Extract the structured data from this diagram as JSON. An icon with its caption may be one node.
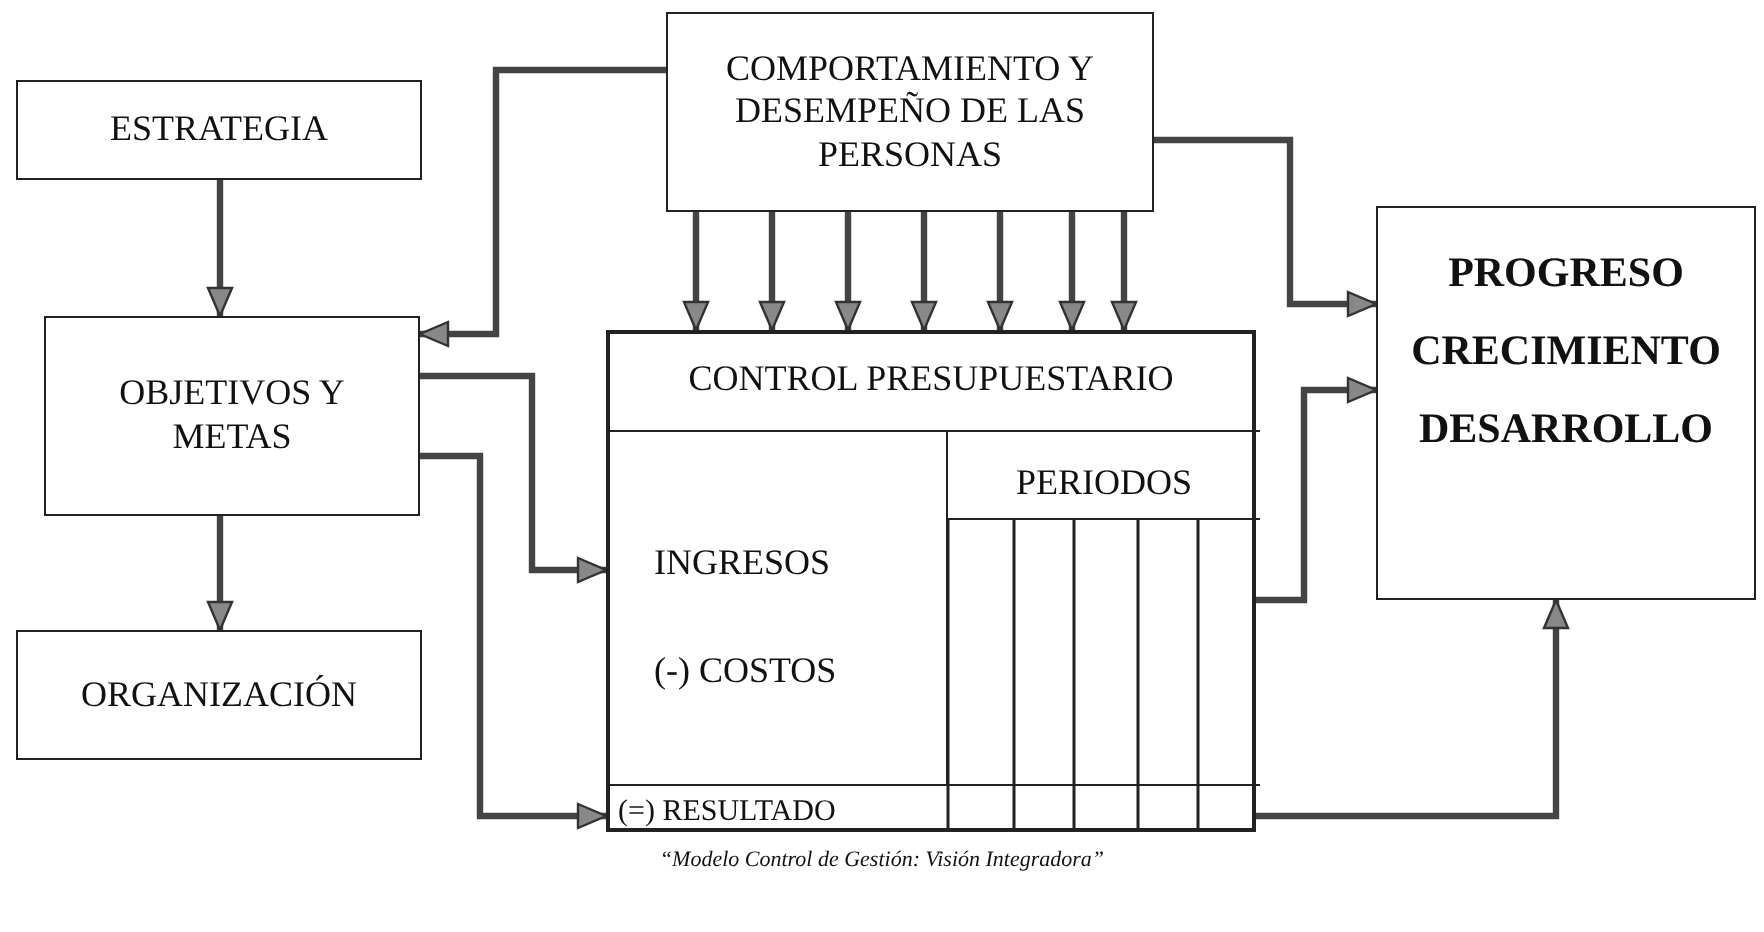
{
  "diagram": {
    "caption": "“Modelo Control de Gestión: Visión Integradora”",
    "nodes": [
      {
        "text": [
          "ESTRATEGIA"
        ]
      },
      {
        "text": [
          "OBJETIVOS Y METAS"
        ]
      },
      {
        "text": [
          "ORGANIZACIÓN"
        ]
      },
      {
        "text": [
          "COMPORTAMIENTO Y DESEMPEÑO DE LAS PERSONAS"
        ]
      },
      {
        "text": [
          "CONTROL PRESUPUESTARIO"
        ]
      },
      {
        "text": [
          "INGRESOS",
          "(-) COSTOS"
        ],
        "in": 4
      },
      {
        "text": [
          "PERIODOS"
        ],
        "in": 4
      },
      {
        "text": [
          "(=) RESULTADO"
        ],
        "in": 4
      },
      {
        "text": [
          "PROGRESO",
          "CRECIMIENTO",
          "DESARROLLO"
        ]
      }
    ],
    "edges": [
      {
        "from": 0,
        "to": 1,
        "arrow": "to"
      },
      {
        "from": 1,
        "to": 2,
        "arrow": "to"
      },
      {
        "from": 3,
        "to": 1,
        "arrow": "to"
      },
      {
        "from": 3,
        "to": 4,
        "arrow": "to"
      },
      {
        "from": 3,
        "to": 4,
        "arrow": "to"
      },
      {
        "from": 3,
        "to": 4,
        "arrow": "to"
      },
      {
        "from": 3,
        "to": 4,
        "arrow": "to"
      },
      {
        "from": 3,
        "to": 4,
        "arrow": "to"
      },
      {
        "from": 3,
        "to": 4,
        "arrow": "to"
      },
      {
        "from": 3,
        "to": 4,
        "arrow": "to"
      },
      {
        "from": 3,
        "to": 8,
        "arrow": "to"
      },
      {
        "from": 1,
        "to": 5,
        "arrow": "to"
      },
      {
        "from": 1,
        "to": 7,
        "arrow": "to"
      },
      {
        "from": 4,
        "to": 8,
        "arrow": "to"
      },
      {
        "from": 7,
        "to": 8,
        "arrow": "to"
      }
    ]
  }
}
